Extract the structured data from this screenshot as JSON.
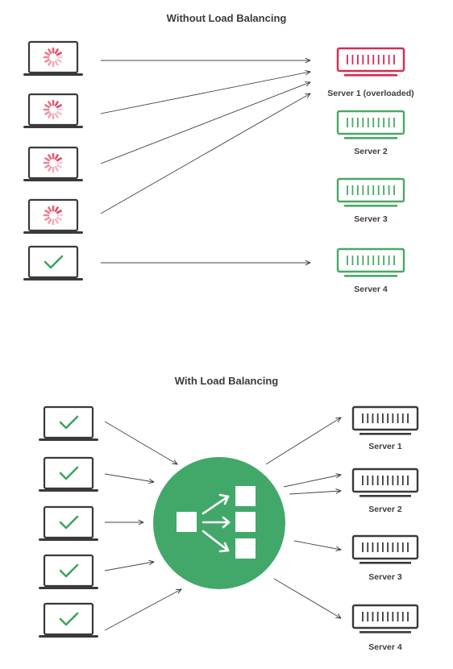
{
  "top": {
    "title": "Without Load Balancing",
    "clients": [
      {
        "status": "loading"
      },
      {
        "status": "loading"
      },
      {
        "status": "loading"
      },
      {
        "status": "loading"
      },
      {
        "status": "ok"
      }
    ],
    "servers": [
      {
        "label": "Server 1 (overloaded)",
        "status": "overloaded"
      },
      {
        "label": "Server 2",
        "status": "ok"
      },
      {
        "label": "Server 3",
        "status": "ok"
      },
      {
        "label": "Server 4",
        "status": "ok"
      }
    ],
    "connections": [
      {
        "from": 0,
        "to": 0
      },
      {
        "from": 1,
        "to": 0
      },
      {
        "from": 2,
        "to": 0
      },
      {
        "from": 3,
        "to": 0
      },
      {
        "from": 4,
        "to": 3
      }
    ]
  },
  "bottom": {
    "title": "With Load Balancing",
    "clients": [
      {
        "status": "ok"
      },
      {
        "status": "ok"
      },
      {
        "status": "ok"
      },
      {
        "status": "ok"
      },
      {
        "status": "ok"
      }
    ],
    "load_balancer": {
      "icon": "distribution-icon"
    },
    "servers": [
      {
        "label": "Server 1"
      },
      {
        "label": "Server 2"
      },
      {
        "label": "Server 3"
      },
      {
        "label": "Server 4"
      }
    ]
  },
  "colors": {
    "overloaded": "#d42d4f",
    "healthy": "#4aa866",
    "check": "#3fa35e",
    "neutral": "#3a3a3a",
    "spinner": "#e0465f",
    "balancer": "#42a86a"
  }
}
